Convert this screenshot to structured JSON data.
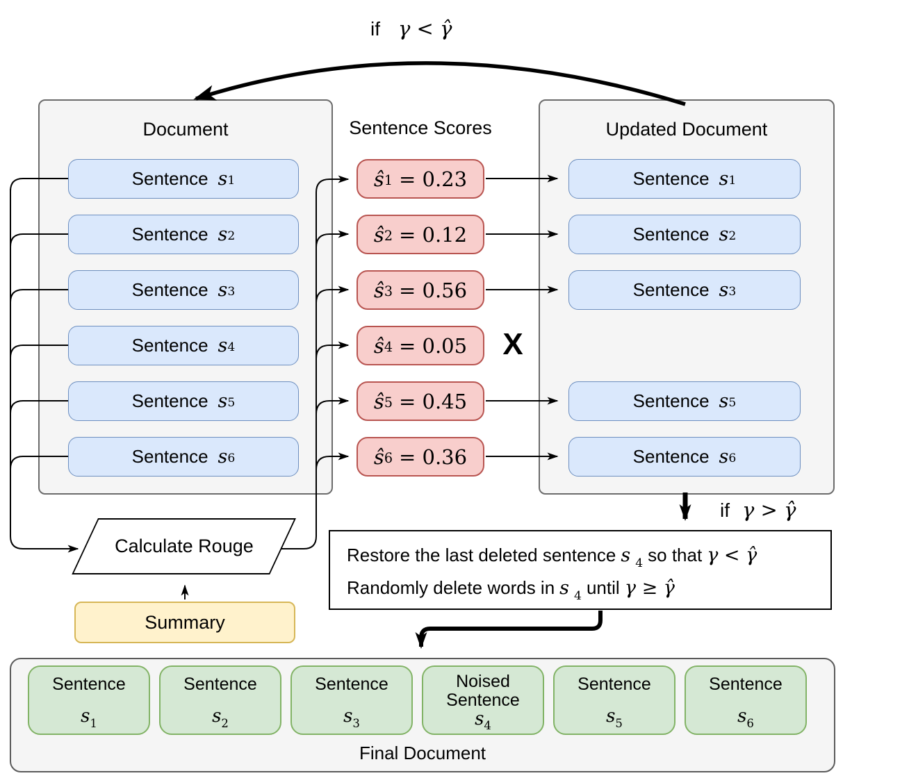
{
  "loop_condition": {
    "prefix": "if",
    "expr": "γ < γ̂"
  },
  "down_condition": {
    "prefix": "if",
    "expr": "γ > γ̂"
  },
  "document_panel": {
    "title": "Document",
    "sentences": [
      {
        "word": "Sentence",
        "base": "s",
        "sub": "1"
      },
      {
        "word": "Sentence",
        "base": "s",
        "sub": "2"
      },
      {
        "word": "Sentence",
        "base": "s",
        "sub": "3"
      },
      {
        "word": "Sentence",
        "base": "s",
        "sub": "4"
      },
      {
        "word": "Sentence",
        "base": "s",
        "sub": "5"
      },
      {
        "word": "Sentence",
        "base": "s",
        "sub": "6"
      }
    ]
  },
  "scores_column": {
    "title": "Sentence Scores",
    "removed_mark": "X",
    "scores": [
      {
        "base": "ŝ",
        "sub": "1",
        "value": "= 0.23"
      },
      {
        "base": "ŝ",
        "sub": "2",
        "value": "= 0.12"
      },
      {
        "base": "ŝ",
        "sub": "3",
        "value": "= 0.56"
      },
      {
        "base": "ŝ",
        "sub": "4",
        "value": "= 0.05"
      },
      {
        "base": "ŝ",
        "sub": "5",
        "value": "= 0.45"
      },
      {
        "base": "ŝ",
        "sub": "6",
        "value": "= 0.36"
      }
    ]
  },
  "updated_panel": {
    "title": "Updated Document",
    "sentences": [
      {
        "word": "Sentence",
        "base": "s",
        "sub": "1"
      },
      {
        "word": "Sentence",
        "base": "s",
        "sub": "2"
      },
      {
        "word": "Sentence",
        "base": "s",
        "sub": "3"
      },
      {
        "word": "Sentence",
        "base": "s",
        "sub": "5"
      },
      {
        "word": "Sentence",
        "base": "s",
        "sub": "6"
      }
    ]
  },
  "restore_box": {
    "line1_text1": "Restore the last deleted sentence",
    "line1_s_base": "s",
    "line1_s_sub": "4",
    "line1_text2": "so that",
    "line1_expr": "γ < γ̂",
    "line2_text1": "Randomly delete words in",
    "line2_s_base": "s",
    "line2_s_sub": "4",
    "line2_text2": "until",
    "line2_expr": "γ ≥ γ̂"
  },
  "rouge": {
    "label": "Calculate Rouge"
  },
  "summary": {
    "label": "Summary"
  },
  "final_panel": {
    "title": "Final Document",
    "sentences": [
      {
        "word": "Sentence",
        "base": "s",
        "sub": "1"
      },
      {
        "word": "Sentence",
        "base": "s",
        "sub": "2"
      },
      {
        "word": "Sentence",
        "base": "s",
        "sub": "3"
      },
      {
        "prefix": "Noised",
        "word": "Sentence",
        "base": "s",
        "sub": "4"
      },
      {
        "word": "Sentence",
        "base": "s",
        "sub": "5"
      },
      {
        "word": "Sentence",
        "base": "s",
        "sub": "6"
      }
    ]
  },
  "colors": {
    "panel_fill": "#f5f5f5",
    "panel_border": "#666666",
    "sentence_fill": "#dae8fc",
    "sentence_border": "#6c8ebf",
    "score_fill": "#f8cecc",
    "score_border": "#b85450",
    "summary_fill": "#fff2cc",
    "summary_border": "#d6b656",
    "final_sentence_fill": "#d5e8d4",
    "final_sentence_border": "#82b366",
    "line": "#000000"
  }
}
